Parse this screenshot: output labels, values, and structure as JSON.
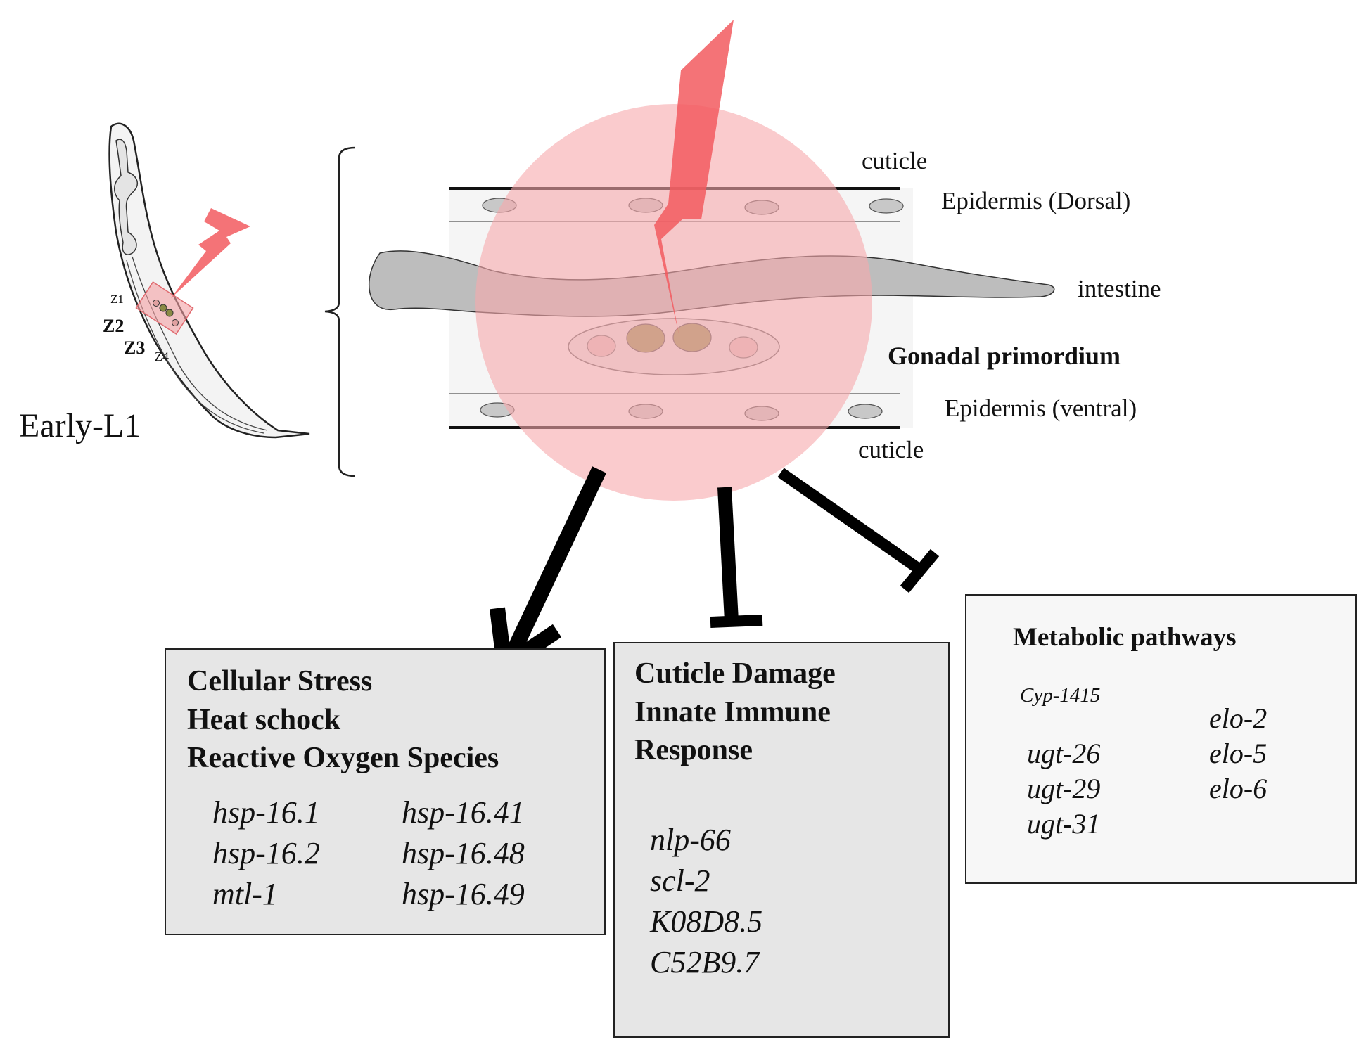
{
  "worm": {
    "stage_label": "Early-L1",
    "cells": [
      "Z1",
      "Z2",
      "Z3",
      "Z4"
    ]
  },
  "cross_section": {
    "cuticle_top": "cuticle",
    "epidermis_dorsal": "Epidermis (Dorsal)",
    "intestine": "intestine",
    "gonadal_primordium": "Gonadal primordium",
    "epidermis_ventral": "Epidermis (ventral)",
    "cuticle_bottom": "cuticle"
  },
  "outcomes": {
    "induced": {
      "title_lines": [
        "Cellular Stress",
        "Heat schock",
        "Reactive Oxygen Species"
      ],
      "genes_left": [
        "hsp-16.1",
        "hsp-16.2",
        "mtl-1"
      ],
      "genes_right": [
        "hsp-16.41",
        "hsp-16.48",
        "hsp-16.49"
      ]
    },
    "repressed_1": {
      "title_lines": [
        "Cuticle Damage",
        "Innate Immune",
        "Response"
      ],
      "genes": [
        "nlp-66",
        "scl-2",
        "K08D8.5",
        "C52B9.7"
      ]
    },
    "repressed_2": {
      "title": "Metabolic pathways",
      "gene_small": "Cyp-1415",
      "genes_left": [
        "ugt-26",
        "ugt-29",
        "ugt-31"
      ],
      "genes_right": [
        "elo-2",
        "elo-5",
        "elo-6"
      ]
    }
  },
  "colors": {
    "laser_spot": "#f7a8ab",
    "bolt": "#f25a5f",
    "intestine": "#bdbdbd",
    "box_fill": "#e6e6e6",
    "box_fill_light": "#f7f7f7",
    "germ_cell": "#9a9a5a"
  }
}
